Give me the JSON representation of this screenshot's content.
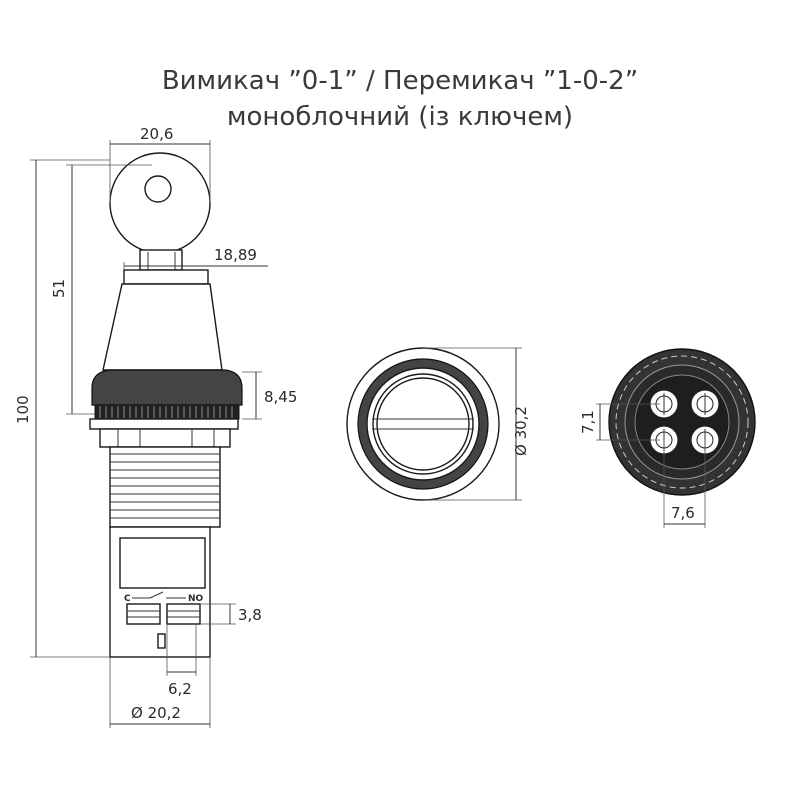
{
  "title": {
    "line1": "Вимикач ”0-1” / Перемикач ”1-0-2”",
    "line2": "моноблочний (із ключем)"
  },
  "dimensions": {
    "key_width": "20,6",
    "shaft_width": "18,89",
    "key_height": "51",
    "total_height": "100",
    "bezel_height": "8,45",
    "front_diameter": "Ø 30,2",
    "pitch_vertical": "7,1",
    "pitch_horizontal": "7,6",
    "terminal_height": "3,8",
    "terminal_spacing": "6,2",
    "body_diameter": "Ø 20,2"
  },
  "contact_labels": {
    "left": "C",
    "right": "NO"
  }
}
